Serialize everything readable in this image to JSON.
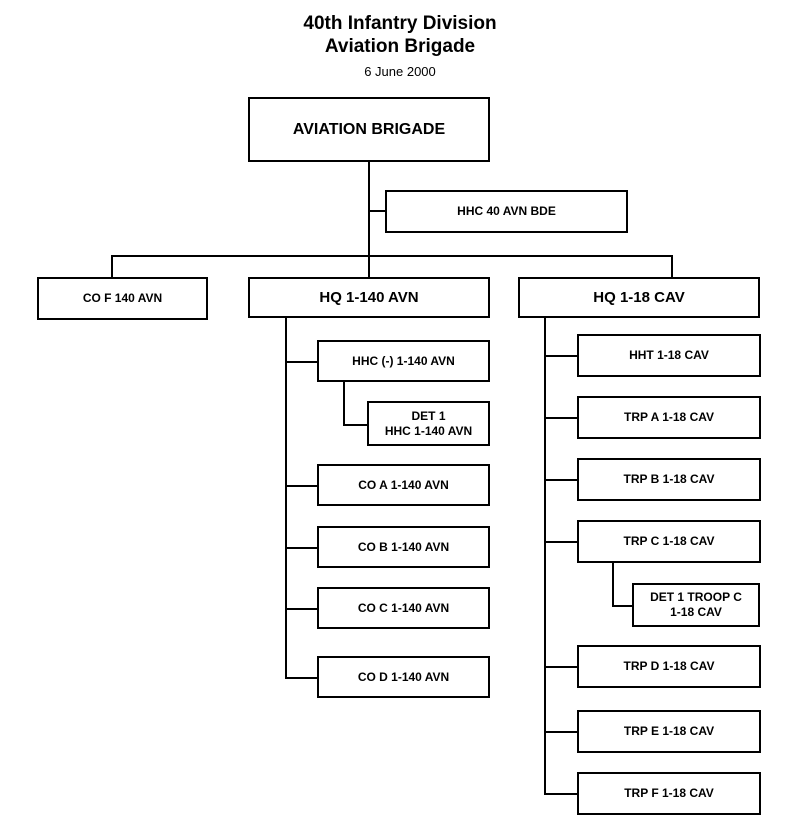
{
  "header": {
    "title_line1": "40th Infantry Division",
    "title_line2": "Aviation Brigade",
    "date": "6 June 2000"
  },
  "units": {
    "aviation_brigade": "AVIATION BRIGADE",
    "hhc_40_avn_bde": "HHC 40 AVN BDE",
    "co_f_140_avn": "CO F 140 AVN",
    "hq_1_140_avn": "HQ 1-140 AVN",
    "hq_1_18_cav": "HQ 1-18 CAV",
    "hhc_minus_1_140_avn": "HHC (-) 1-140 AVN",
    "det_1_hhc_1_140_avn": "DET 1\nHHC 1-140 AVN",
    "co_a_1_140_avn": "CO A 1-140 AVN",
    "co_b_1_140_avn": "CO B 1-140 AVN",
    "co_c_1_140_avn": "CO C 1-140 AVN",
    "co_d_1_140_avn": "CO D 1-140 AVN",
    "hht_1_18_cav": "HHT 1-18 CAV",
    "trp_a_1_18_cav": "TRP A 1-18 CAV",
    "trp_b_1_18_cav": "TRP B 1-18 CAV",
    "trp_c_1_18_cav": "TRP C 1-18 CAV",
    "det_1_troop_c_1_18_cav": "DET 1 TROOP C\n1-18 CAV",
    "trp_d_1_18_cav": "TRP D 1-18 CAV",
    "trp_e_1_18_cav": "TRP E 1-18 CAV",
    "trp_f_1_18_cav": "TRP F 1-18 CAV"
  }
}
